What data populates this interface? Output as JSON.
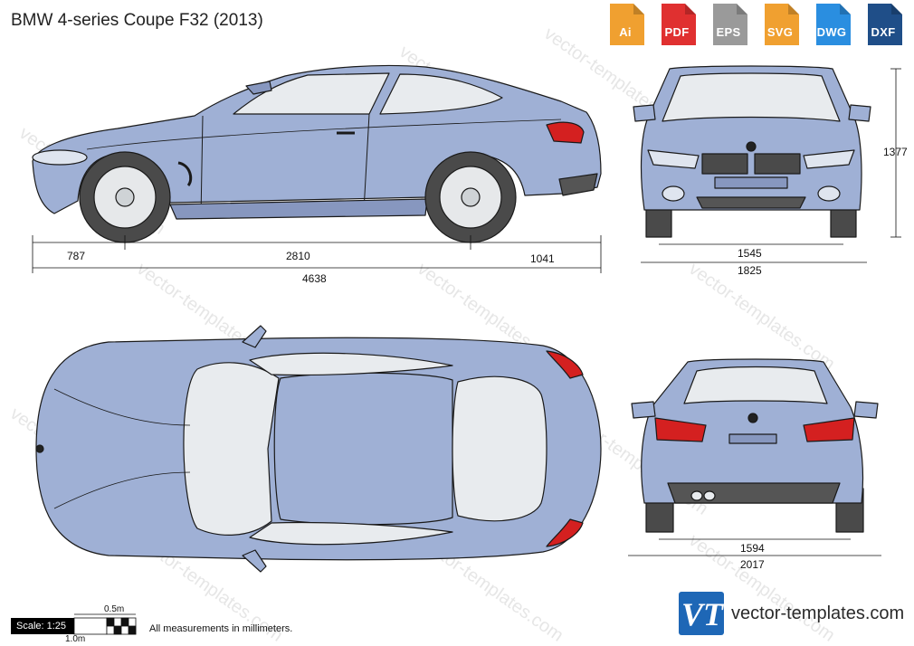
{
  "title": "BMW 4-series Coupe F32 (2013)",
  "formats": [
    {
      "label": "Ai",
      "color": "#f0a030"
    },
    {
      "label": "PDF",
      "color": "#e03030"
    },
    {
      "label": "EPS",
      "color": "#9a9a9a"
    },
    {
      "label": "SVG",
      "color": "#f0a030"
    },
    {
      "label": "DWG",
      "color": "#2a8ee0"
    },
    {
      "label": "DXF",
      "color": "#1f4e88"
    }
  ],
  "dimensions": {
    "front_overhang": "787",
    "wheelbase": "2810",
    "rear_overhang": "1041",
    "length": "4638",
    "height": "1377",
    "front_track": "1545",
    "width": "1825",
    "rear_track": "1594",
    "width_mirrors": "2017"
  },
  "scale": {
    "label": "Scale: 1:25",
    "half_meter": "0.5m",
    "one_meter": "1.0m"
  },
  "note": "All measurements in millimeters.",
  "watermark": "vector-templates.com",
  "brand": {
    "logo_text": "VT",
    "site": "vector-templates.com"
  },
  "colors": {
    "body": "#9fb0d5",
    "outline": "#1a1a1a",
    "glass": "#e8ebee",
    "taillight": "#d42020",
    "tire": "#4a4a4a"
  }
}
